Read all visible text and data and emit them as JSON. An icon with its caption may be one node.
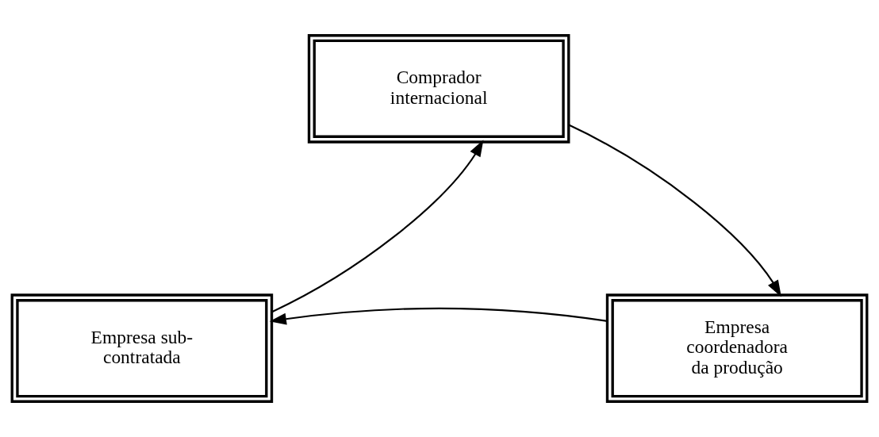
{
  "diagram": {
    "nodes": [
      {
        "text": [
          "Comprador internacional"
        ]
      },
      {
        "text": [
          "Empresa sub- contratada"
        ]
      },
      {
        "text": [
          "Empresa coordenadora da produção"
        ]
      }
    ],
    "edges": [
      {
        "from": 0,
        "to": 2,
        "arrow": "to"
      },
      {
        "from": 2,
        "to": 1,
        "arrow": "to"
      },
      {
        "from": 1,
        "to": 0,
        "arrow": "to"
      }
    ]
  }
}
